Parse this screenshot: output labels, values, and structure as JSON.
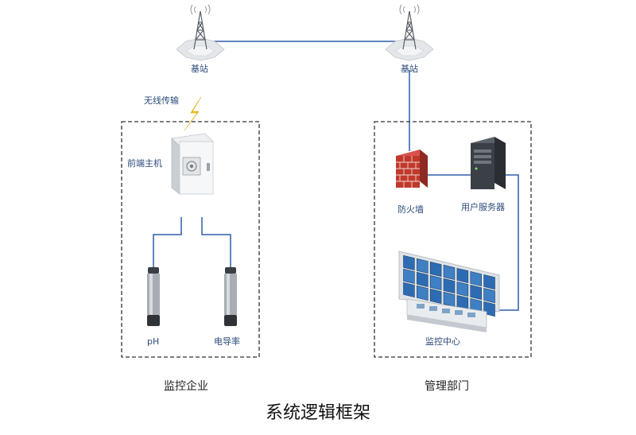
{
  "colors": {
    "link_line": "#2f5fa8",
    "dashed_box": "#333333",
    "label_text": "#2b4a7a",
    "firewall": "#c0392b",
    "lightning": "#f5c518"
  },
  "nodes": {
    "base_station_left": {
      "label": "基站",
      "icon": "radio-tower-icon"
    },
    "base_station_right": {
      "label": "基站",
      "icon": "radio-tower-icon"
    },
    "wireless": {
      "label": "无线传输",
      "icon": "lightning-icon"
    },
    "front_host": {
      "label": "前端主机",
      "icon": "control-cabinet-icon"
    },
    "sensor_ph": {
      "label": "pH",
      "icon": "probe-sensor-icon"
    },
    "sensor_conductivity": {
      "label": "电导率",
      "icon": "probe-sensor-icon"
    },
    "firewall": {
      "label": "防火墙",
      "icon": "firewall-icon"
    },
    "user_server": {
      "label": "用户服务器",
      "icon": "server-tower-icon"
    },
    "monitor_center": {
      "label": "监控中心",
      "icon": "video-wall-icon"
    }
  },
  "groups": {
    "enterprise": {
      "label": "监控企业"
    },
    "department": {
      "label": "管理部门"
    }
  },
  "title": "系统逻辑框架"
}
